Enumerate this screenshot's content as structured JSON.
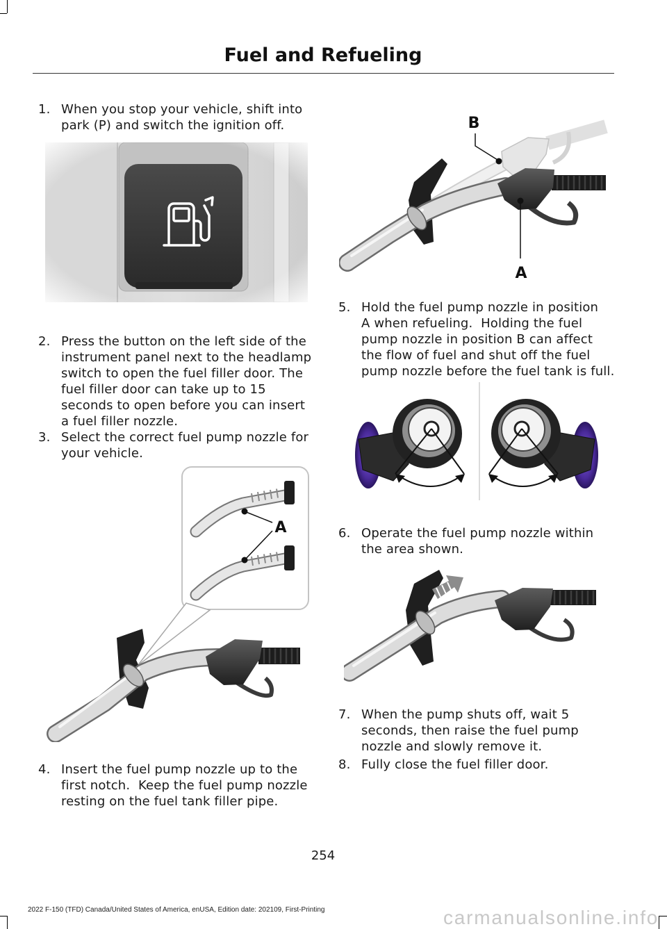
{
  "header": {
    "title": "Fuel and Refueling"
  },
  "steps": [
    {
      "number": "1.",
      "lines": [
        "When you stop your vehicle, shift into",
        "park (P) and switch the ignition off."
      ]
    },
    {
      "number": "2.",
      "lines": [
        "Press the button on the left side of the",
        "instrument panel next to the headlamp",
        "switch to open the fuel filler door. The",
        "fuel filler door can take up to 15",
        "seconds to open before you can insert",
        "a fuel filler nozzle."
      ]
    },
    {
      "number": "3.",
      "lines": [
        "Select the correct fuel pump nozzle for",
        "your vehicle."
      ]
    },
    {
      "number": "4.",
      "lines": [
        "Insert the fuel pump nozzle up to the",
        "first notch.  Keep the fuel pump nozzle",
        "resting on the fuel tank filler pipe."
      ]
    },
    {
      "number": "5.",
      "lines": [
        "Hold the fuel pump nozzle in position",
        "A when refueling.  Holding the fuel",
        "pump nozzle in position B can affect",
        "the flow of fuel and shut off the fuel",
        "pump nozzle before the fuel tank is full."
      ]
    },
    {
      "number": "6.",
      "lines": [
        "Operate the fuel pump nozzle within",
        "the area shown."
      ]
    },
    {
      "number": "7.",
      "lines": [
        "When the pump shuts off, wait 5",
        "seconds, then raise the fuel pump",
        "nozzle and slowly remove it."
      ]
    },
    {
      "number": "8.",
      "lines": [
        "Fully close the fuel filler door."
      ]
    }
  ],
  "figures": {
    "nozzle_positions": {
      "label_b": "B",
      "label_a": "A"
    },
    "nozzle_selection": {
      "label_a": "A"
    }
  },
  "page_number": "254",
  "footer": {
    "edition_line": "2022 F-150 (TFD) Canada/United States of America, enUSA, Edition date: 202109, First-Printing"
  },
  "watermark": "carmanualsonline.info",
  "colors": {
    "heading_text": "#111111",
    "body_text": "#1a1a1a",
    "watermark": "#c8c8c8",
    "filler_accent": "#4a2a9a"
  }
}
